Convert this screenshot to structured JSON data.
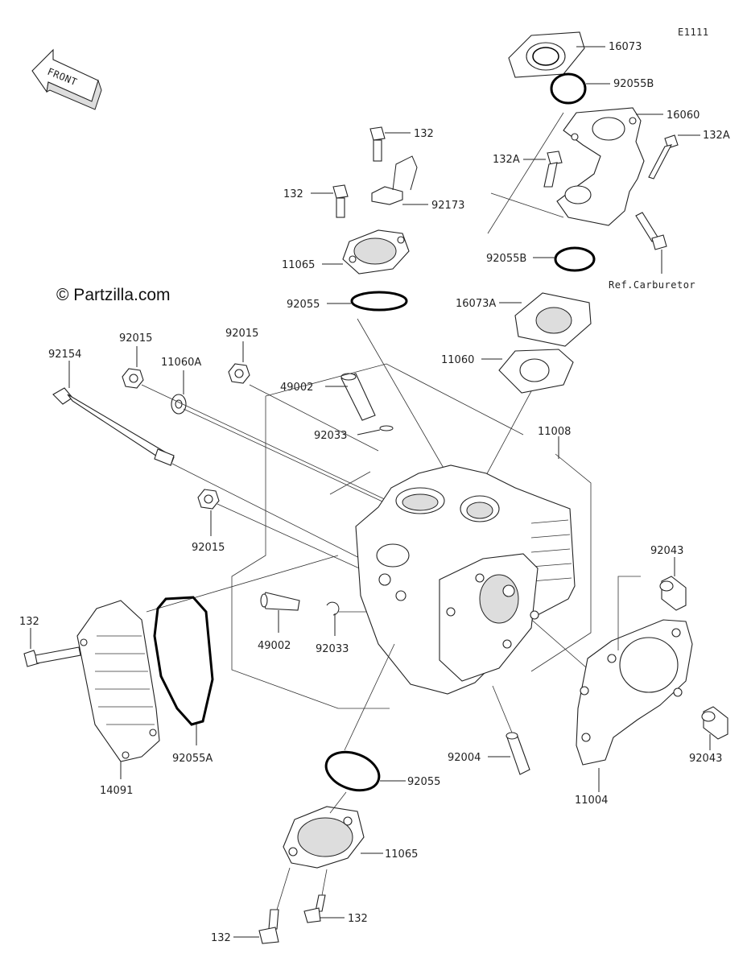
{
  "diagram": {
    "code": "E1111",
    "copyright": "© Partzilla.com",
    "front_label": "FRONT",
    "ref_label": "Ref.Carburetor"
  },
  "labels": {
    "p16073": "16073",
    "p92055B_top": "92055B",
    "p16060": "16060",
    "p132A_right": "132A",
    "p132A_left": "132A",
    "p132_top": "132",
    "p132_mid": "132",
    "p92173": "92173",
    "p11065_top": "11065",
    "p92055_top": "92055",
    "p92055B_mid": "92055B",
    "p16073A": "16073A",
    "p11060": "11060",
    "p92015_a": "92015",
    "p11060A": "11060A",
    "p92015_b": "92015",
    "p92154": "92154",
    "p49002_top": "49002",
    "p92033_top": "92033",
    "p11008": "11008",
    "p92015_c": "92015",
    "p92043_top": "92043",
    "p132_left": "132",
    "p49002_bot": "49002",
    "p92033_bot": "92033",
    "p14091": "14091",
    "p92055A": "92055A",
    "p92004": "92004",
    "p92055_bot": "92055",
    "p11004": "11004",
    "p92043_bot": "92043",
    "p11065_bot": "11065",
    "p132_bot_right": "132",
    "p132_bot_left": "132"
  }
}
